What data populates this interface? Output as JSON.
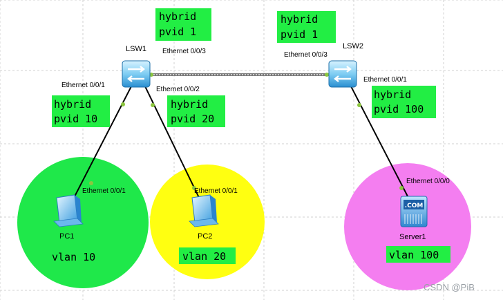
{
  "devices": {
    "lsw1": {
      "name": "LSW1"
    },
    "lsw2": {
      "name": "LSW2"
    },
    "pc1": {
      "name": "PC1"
    },
    "pc2": {
      "name": "PC2"
    },
    "server1": {
      "name": "Server1",
      "badge": ".COM"
    }
  },
  "ports": {
    "lsw1_e003": "Ethernet 0/0/3",
    "lsw1_e001": "Ethernet 0/0/1",
    "lsw1_e002": "Ethernet 0/0/2",
    "lsw2_e003": "Ethernet 0/0/3",
    "lsw2_e001": "Ethernet 0/0/1",
    "pc1_e001": "Ethernet 0/0/1",
    "pc2_e001": "Ethernet 0/0/1",
    "server1_e000": "Ethernet 0/0/0"
  },
  "configs": {
    "lsw1_e003": {
      "mode": "hybrid",
      "pvid": "pvid 1"
    },
    "lsw2_e003": {
      "mode": "hybrid",
      "pvid": "pvid 1"
    },
    "lsw1_e001": {
      "mode": "hybrid",
      "pvid": "pvid 10"
    },
    "lsw1_e002": {
      "mode": "hybrid",
      "pvid": "pvid 20"
    },
    "lsw2_e001": {
      "mode": "hybrid",
      "pvid": "pvid 100"
    }
  },
  "vlans": {
    "pc1": {
      "label": "vlan 10",
      "color": "#1fe84a"
    },
    "pc2": {
      "label": "vlan 20",
      "color": "#ffff11"
    },
    "server1": {
      "label": "vlan 100",
      "color": "#f47ef0"
    }
  },
  "colors": {
    "config_box": "#22ee44",
    "link_dot": "#8cc63f",
    "trunk_link": "#8a8a8a"
  },
  "watermark": "CSDN @PiB"
}
